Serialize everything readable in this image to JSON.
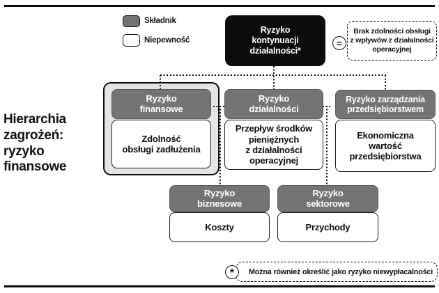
{
  "legend": {
    "component": "Składnik",
    "uncertainty": "Niepewność"
  },
  "side_title": "Hierarchia\nzagrożeń:\nryzyko\nfinansowe",
  "root": {
    "label": "Ryzyko\nkontynuacji\ndziałalności*",
    "equals_sign": "=",
    "definition": "Brak zdolności obsługi\nz wpływów z działalności\noperacyjnej"
  },
  "level2": [
    {
      "risk": "Ryzyko\nfinansowe",
      "uncertainty": "Zdolność\nobsługi zadłużenia"
    },
    {
      "risk": "Ryzyko\ndziałalności",
      "uncertainty": "Przepływ środków\npieniężnych\nz działalności\noperacyjnej"
    },
    {
      "risk": "Ryzyko zarządzania\nprzedsiębiorstwem",
      "uncertainty": "Ekonomiczna\nwartość\nprzedsiębiorstwa"
    }
  ],
  "level3": [
    {
      "risk": "Ryzyko\nbiznesowe",
      "uncertainty": "Koszty"
    },
    {
      "risk": "Ryzyko\nsektorowe",
      "uncertainty": "Przychody"
    }
  ],
  "footnote": {
    "marker": "*",
    "text": "Można również określić jako ryzyko niewypłacalności"
  },
  "colors": {
    "component_gray": "#747474",
    "frame_fill": "#e4e4e4",
    "box_black": "#0c0c0c"
  }
}
